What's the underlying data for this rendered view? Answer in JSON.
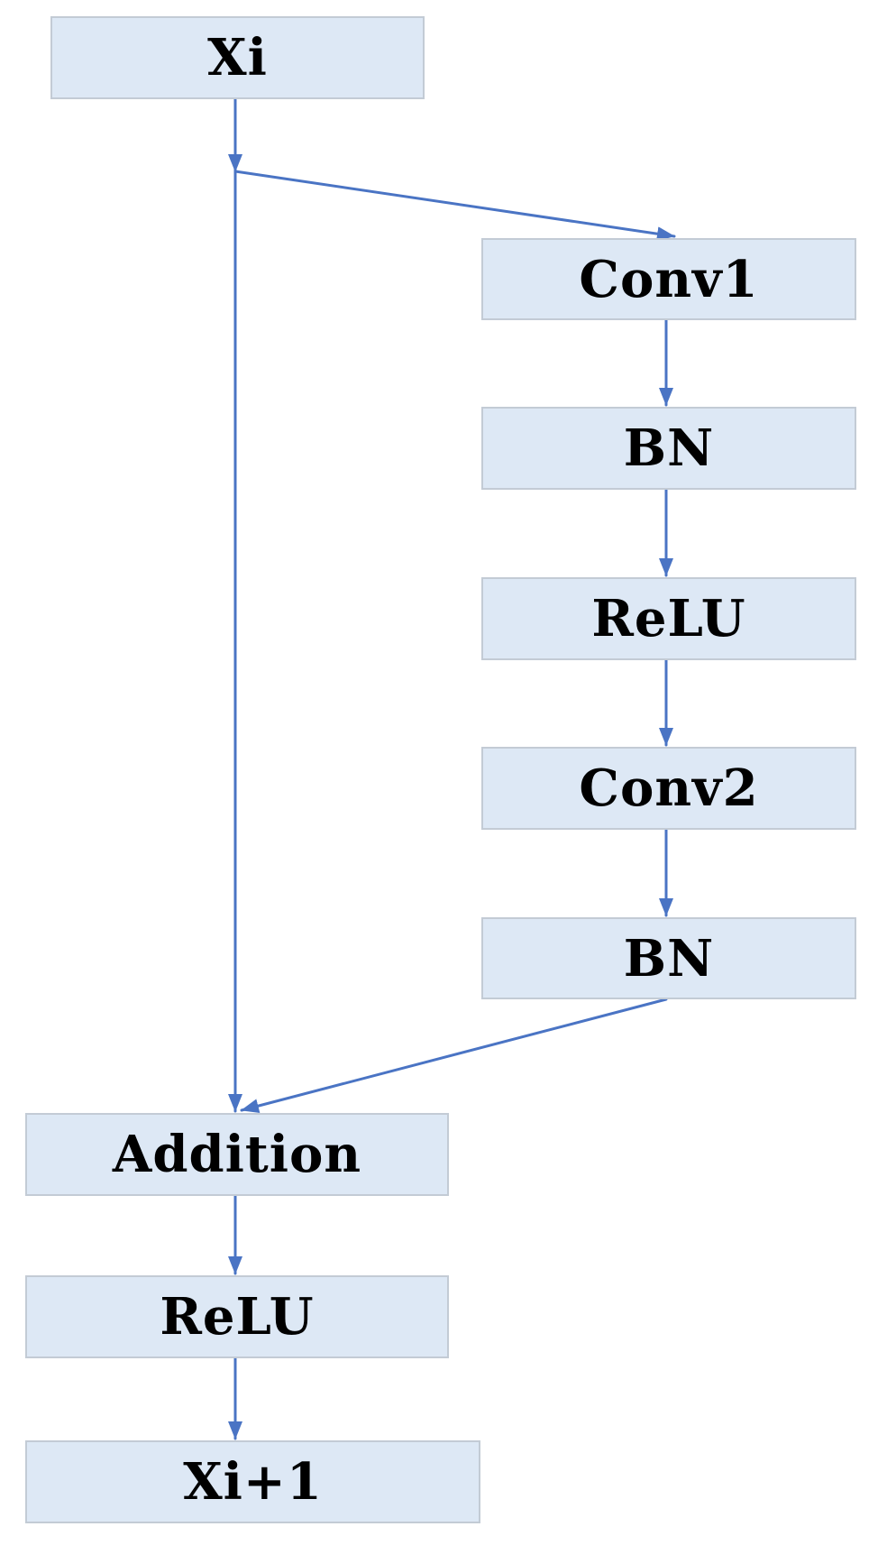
{
  "diagram": {
    "nodes": {
      "xi": "Xi",
      "conv1": "Conv1",
      "bn1": "BN",
      "relu1": "ReLU",
      "conv2": "Conv2",
      "bn2": "BN",
      "addition": "Addition",
      "relu2": "ReLU",
      "xi1": "Xi+1"
    },
    "edges": [
      [
        "xi",
        "conv1"
      ],
      [
        "conv1",
        "bn1"
      ],
      [
        "bn1",
        "relu1"
      ],
      [
        "relu1",
        "conv2"
      ],
      [
        "conv2",
        "bn2"
      ],
      [
        "bn2",
        "addition"
      ],
      [
        "xi",
        "addition"
      ],
      [
        "addition",
        "relu2"
      ],
      [
        "relu2",
        "xi1"
      ]
    ],
    "colors": {
      "node_fill": "#dde8f5",
      "node_border": "#c3cbd5",
      "arrow": "#4a74c4"
    }
  }
}
